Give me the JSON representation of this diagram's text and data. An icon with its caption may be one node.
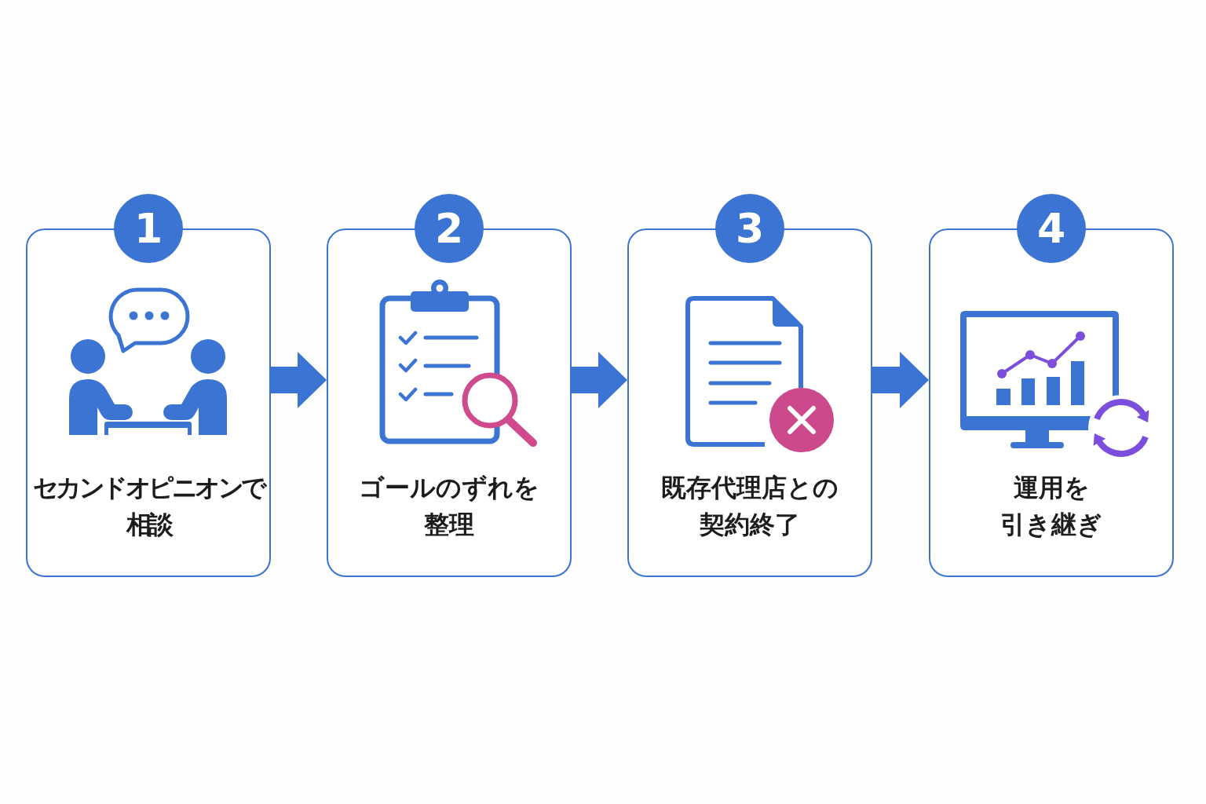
{
  "diagram": {
    "nodes": [
      {
        "text": [
          "1",
          "セカンドオピニオンで相談"
        ]
      },
      {
        "text": [
          "2",
          "ゴールのずれを整理"
        ]
      },
      {
        "text": [
          "3",
          "既存代理店との契約終了"
        ]
      },
      {
        "text": [
          "4",
          "運用を引き継ぎ"
        ]
      }
    ],
    "edges": [
      {
        "from": 0,
        "to": 1,
        "arrow": "to"
      },
      {
        "from": 1,
        "to": 2,
        "arrow": "to"
      },
      {
        "from": 2,
        "to": 3,
        "arrow": "to"
      }
    ]
  }
}
